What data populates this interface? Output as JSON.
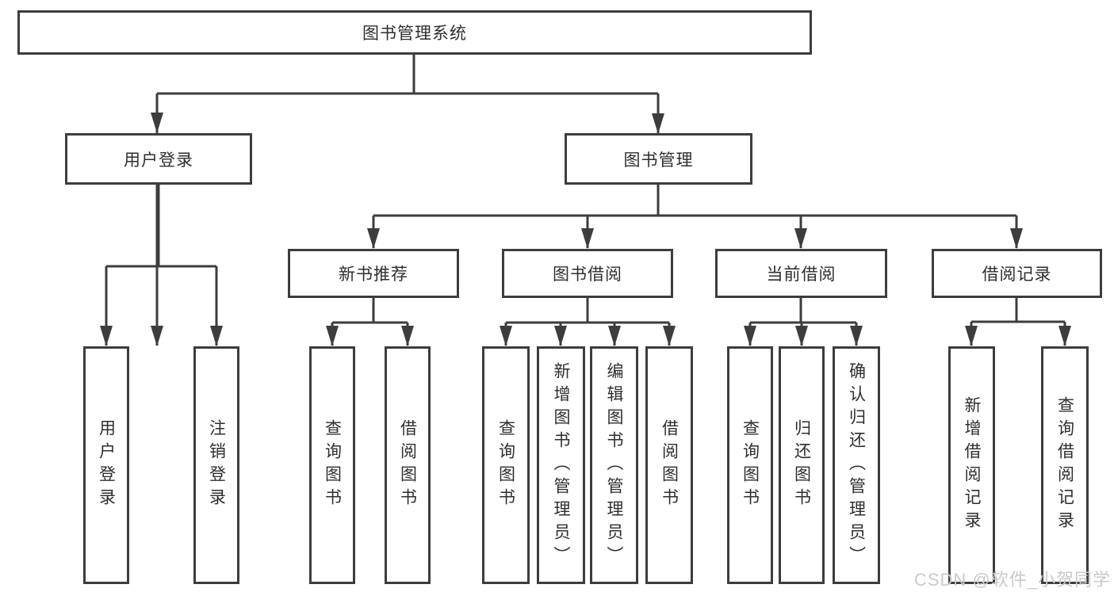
{
  "tree": {
    "root": "图书管理系统",
    "branches": [
      {
        "label": "用户登录",
        "leaves": [
          "用户登录",
          "注销登录"
        ]
      },
      {
        "label": "图书管理",
        "groups": [
          {
            "label": "新书推荐",
            "leaves": [
              "查询图书",
              "借阅图书"
            ]
          },
          {
            "label": "图书借阅",
            "leaves": [
              "查询图书",
              "新增图书（管理员）",
              "编辑图书（管理员）",
              "借阅图书"
            ]
          },
          {
            "label": "当前借阅",
            "leaves": [
              "查询图书",
              "归还图书",
              "确认归还（管理员）"
            ]
          },
          {
            "label": "借阅记录",
            "leaves": [
              "新增借阅记录",
              "查询借阅记录"
            ]
          }
        ]
      }
    ]
  },
  "watermark": "CSDN @软件_小贺同学",
  "colors": {
    "line": "#3d3d3d",
    "text": "#2e2e2e",
    "background": "#ffffff",
    "watermark": "#c9c9c9"
  }
}
